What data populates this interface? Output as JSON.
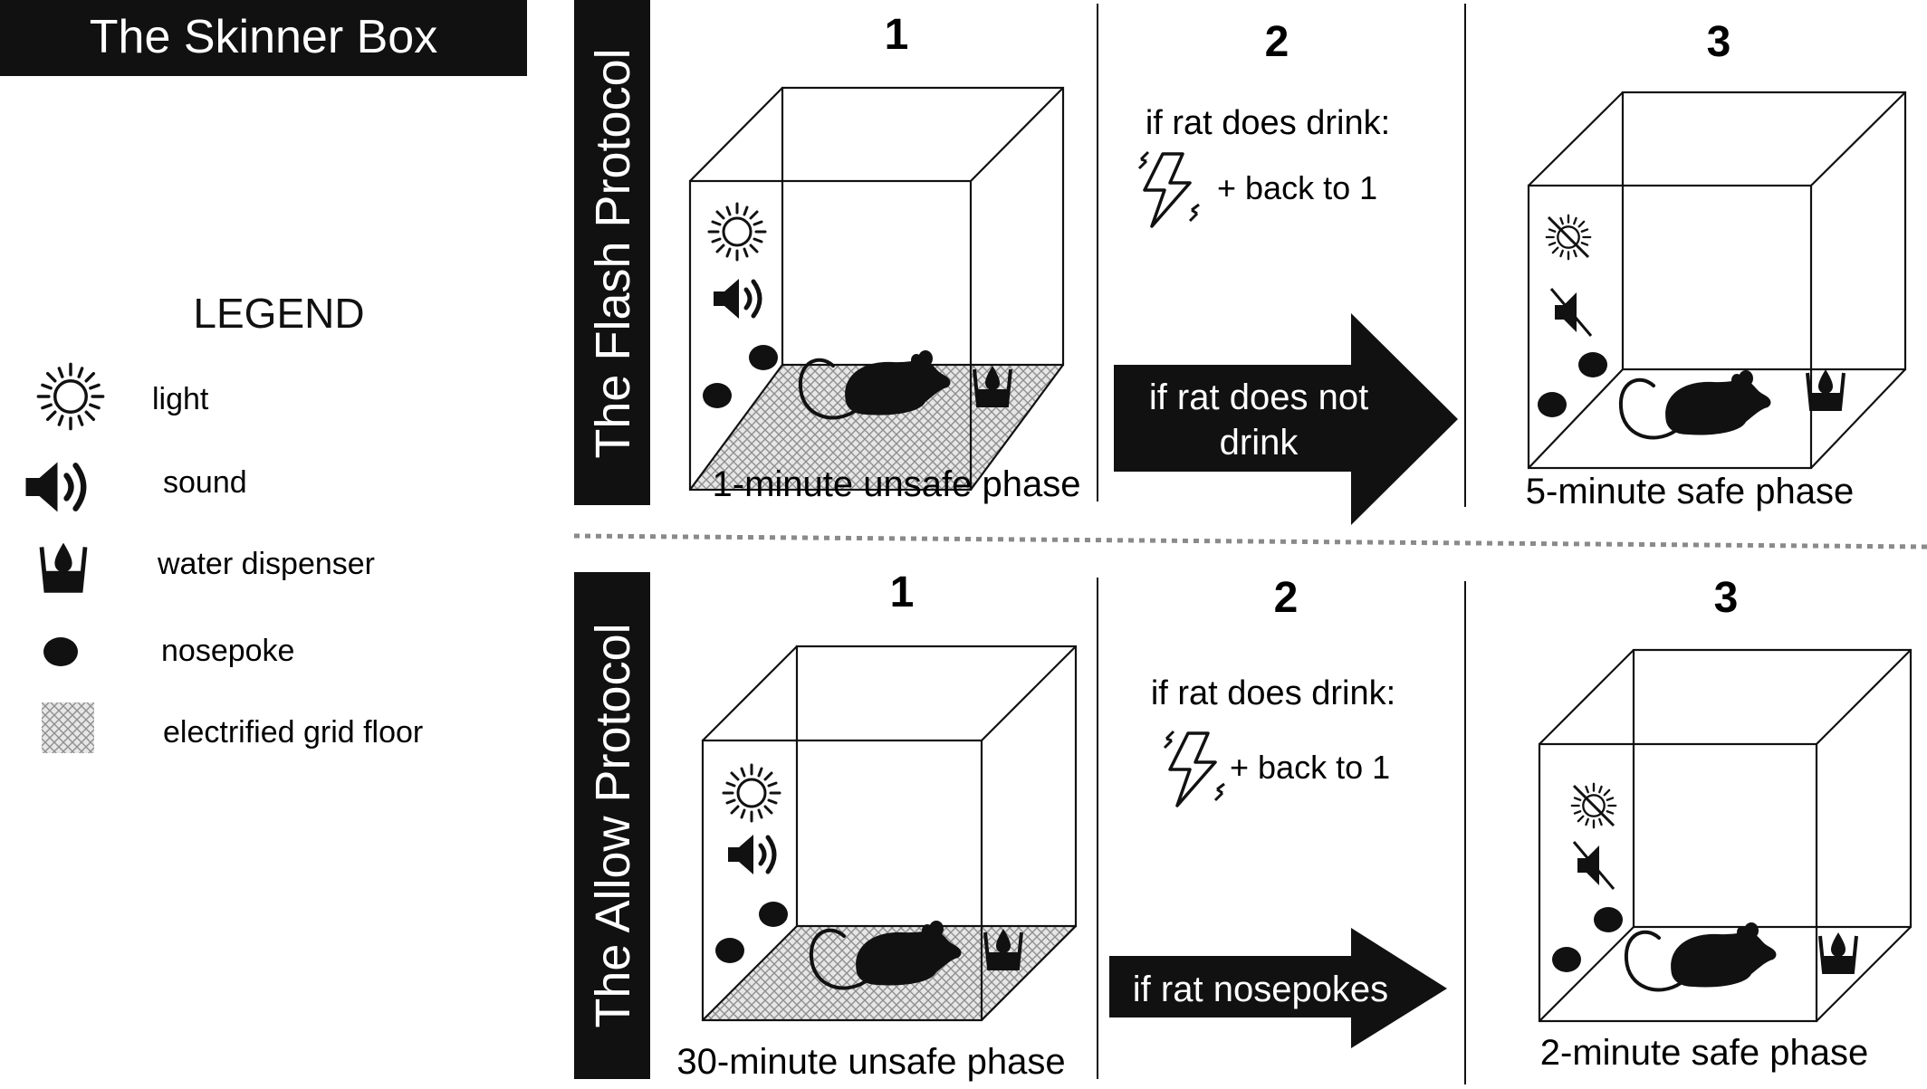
{
  "title": "The Skinner Box",
  "legend": {
    "heading": "LEGEND",
    "items": [
      {
        "icon": "light-icon",
        "label": "light"
      },
      {
        "icon": "sound-icon",
        "label": "sound"
      },
      {
        "icon": "water-dispenser-icon",
        "label": "water dispenser"
      },
      {
        "icon": "nosepoke-icon",
        "label": "nosepoke"
      },
      {
        "icon": "electrified-grid-floor-icon",
        "label": "electrified grid floor"
      }
    ]
  },
  "protocols": [
    {
      "name": "The Flash Protocol",
      "step1": {
        "number": "1",
        "caption": "1-minute unsafe phase"
      },
      "step2": {
        "number": "2",
        "drink_text": "if rat does drink:",
        "shock_text": "+ back to 1",
        "arrow_lines": [
          "if rat does not",
          "drink"
        ]
      },
      "step3": {
        "number": "3",
        "caption": "5-minute safe phase"
      }
    },
    {
      "name": "The Allow Protocol",
      "step1": {
        "number": "1",
        "caption": "30-minute unsafe phase"
      },
      "step2": {
        "number": "2",
        "drink_text": "if rat does drink:",
        "shock_text": "+ back to 1",
        "arrow_lines": [
          "if rat nosepokes"
        ]
      },
      "step3": {
        "number": "3",
        "caption": "2-minute safe phase"
      }
    }
  ],
  "colors": {
    "ink": "#111111",
    "grid": "#9a9a9a",
    "divider": "#8a8a8a",
    "background": "#ffffff"
  }
}
